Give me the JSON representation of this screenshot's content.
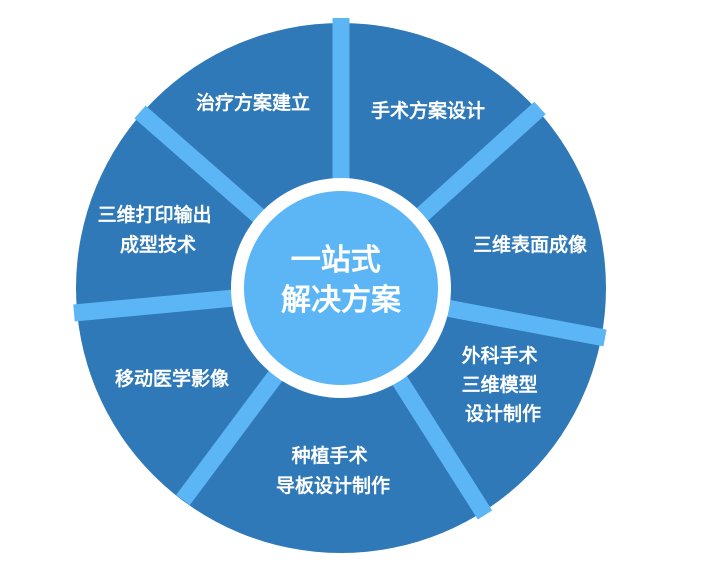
{
  "colors": {
    "segment_fill": "#2f79b8",
    "divider": "#5cb5f5",
    "white_ring": "#ffffff",
    "center_fill": "#5cb5f5",
    "label_text": "#ffffff"
  },
  "center": {
    "lines": [
      "一站式",
      "解决方案"
    ]
  },
  "segments": [
    {
      "id": "treatment-plan",
      "lines": [
        "治疗方案建立"
      ]
    },
    {
      "id": "surgical-plan-design",
      "lines": [
        "手术方案设计"
      ]
    },
    {
      "id": "3d-surface-imaging",
      "lines": [
        "三维表面成像"
      ]
    },
    {
      "id": "surgical-3d-model",
      "lines": [
        "外科手术",
        "三维模型",
        "设计制作"
      ]
    },
    {
      "id": "implant-guide",
      "lines": [
        "种植手术",
        "导板设计制作"
      ]
    },
    {
      "id": "mobile-medical-imaging",
      "lines": [
        "移动医学影像"
      ]
    },
    {
      "id": "3d-printing",
      "lines": [
        "三维打印输出",
        "成型技术"
      ]
    }
  ]
}
